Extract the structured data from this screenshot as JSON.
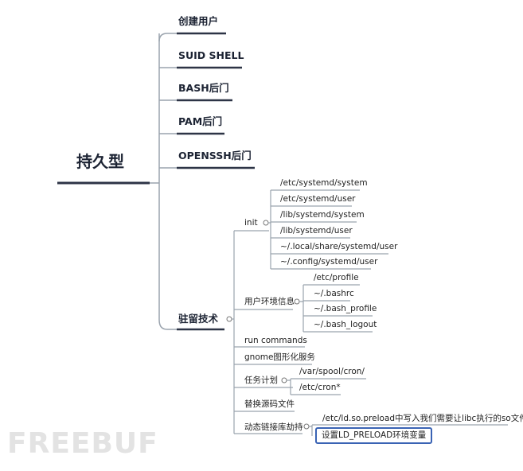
{
  "root": "持久型",
  "branches": [
    {
      "label": "创建用户"
    },
    {
      "label": "SUID SHELL"
    },
    {
      "label": "BASH后门"
    },
    {
      "label": "PAM后门"
    },
    {
      "label": "OPENSSH后门"
    },
    {
      "label": "驻留技术"
    }
  ],
  "residency": {
    "init": {
      "label": "init",
      "items": [
        "/etc/systemd/system",
        "/etc/systemd/user",
        "/lib/systemd/system",
        "/lib/systemd/user",
        "~/.local/share/systemd/user",
        "~/.config/systemd/user"
      ]
    },
    "user_env": {
      "label": "用户环境信息",
      "items": [
        "/etc/profile",
        "~/.bashrc",
        "~/.bash_profile",
        "~/.bash_logout"
      ]
    },
    "run_commands": "run commands",
    "gnome": "gnome图形化服务",
    "cron": {
      "label": "任务计划",
      "items": [
        "/var/spool/cron/",
        "/etc/cron*"
      ]
    },
    "replace_source": "替换源码文件",
    "ld_hijack": {
      "label": "动态链接库劫持",
      "items": [
        "/etc/ld.so.preload中写入我们需要让libc执行的so文件",
        "设置LD_PRELOAD环境变量"
      ]
    }
  },
  "watermark": "FREEBUF",
  "colors": {
    "line": "#9aa3ad",
    "root_line": "#2d3446",
    "branch_line": "#2d3446",
    "highlight": "#3a63b4"
  }
}
